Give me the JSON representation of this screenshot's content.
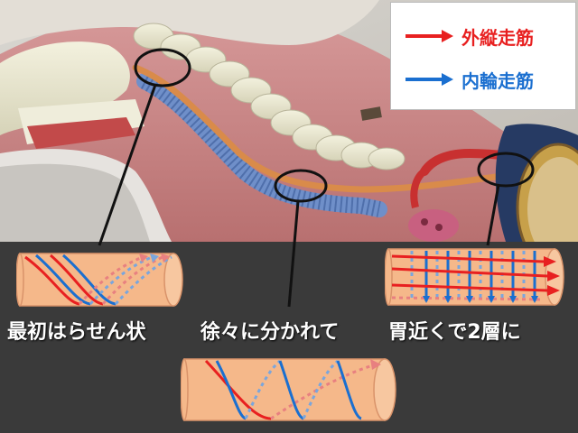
{
  "legend": {
    "outer": {
      "label": "外縦走筋",
      "color": "#e82020"
    },
    "inner": {
      "label": "内輪走筋",
      "color": "#1a6fd0"
    }
  },
  "stages": [
    {
      "label": "最初はらせん状"
    },
    {
      "label": "徐々に分かれて"
    },
    {
      "label": "胃近くで2層に"
    }
  ],
  "colors": {
    "tube_fill": "#f5b88a",
    "tube_edge": "#d9936a",
    "panel_bg": "#3a3a3a",
    "outer_muscle": "#e82020",
    "inner_muscle": "#1a6fd0"
  }
}
